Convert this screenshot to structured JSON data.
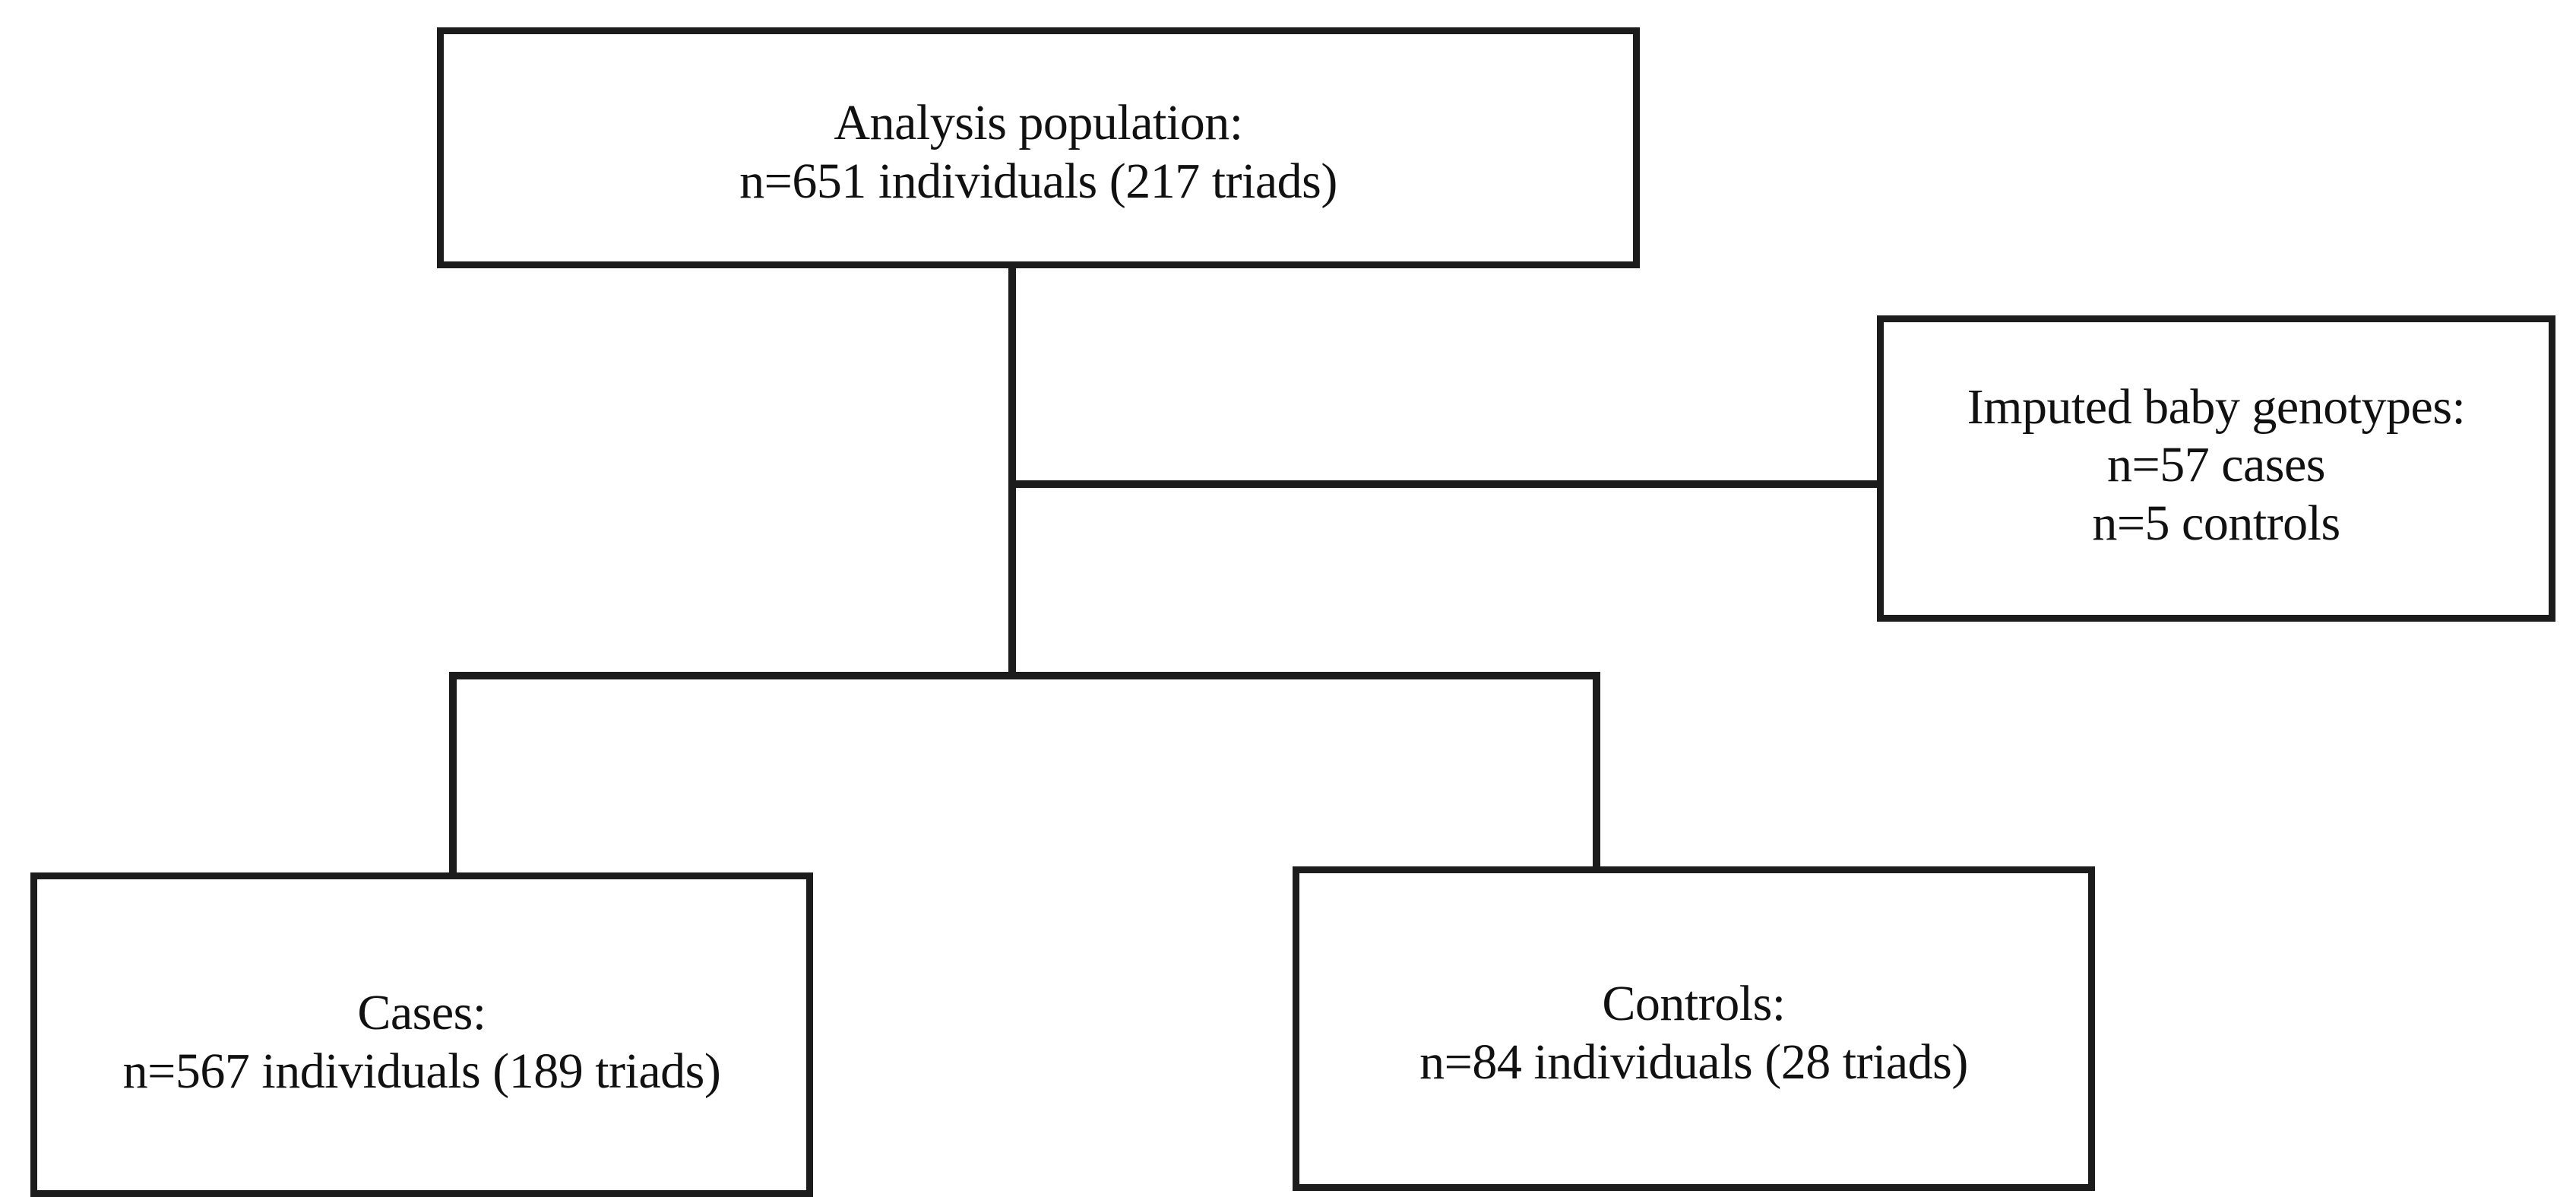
{
  "diagram": {
    "title": "Study population flow diagram",
    "background_color": "#ffffff",
    "line_color": "#1c1c1c",
    "text_color": "#111111",
    "nodes": {
      "analysis_population": {
        "name": "Analysis population",
        "line1": "Analysis population:",
        "line2": "n=651 individuals (217 triads)"
      },
      "imputed_genotypes": {
        "name": "Imputed baby genotypes",
        "line1": "Imputed baby genotypes:",
        "line2": "n=57 cases",
        "line3": "n=5 controls"
      },
      "cases": {
        "name": "Cases",
        "line1": "Cases:",
        "line2": "n=567 individuals (189 triads)"
      },
      "controls": {
        "name": "Controls",
        "line1": "Controls:",
        "line2": "n=84 individuals (28 triads)"
      }
    },
    "connectors": [
      {
        "from": "analysis_population",
        "to": "split",
        "orientation": "vertical"
      },
      {
        "from": "trunk",
        "to": "imputed_genotypes",
        "orientation": "horizontal"
      },
      {
        "from": "split",
        "to": "cases",
        "orientation": "vertical"
      },
      {
        "from": "split",
        "to": "controls",
        "orientation": "vertical"
      }
    ]
  }
}
